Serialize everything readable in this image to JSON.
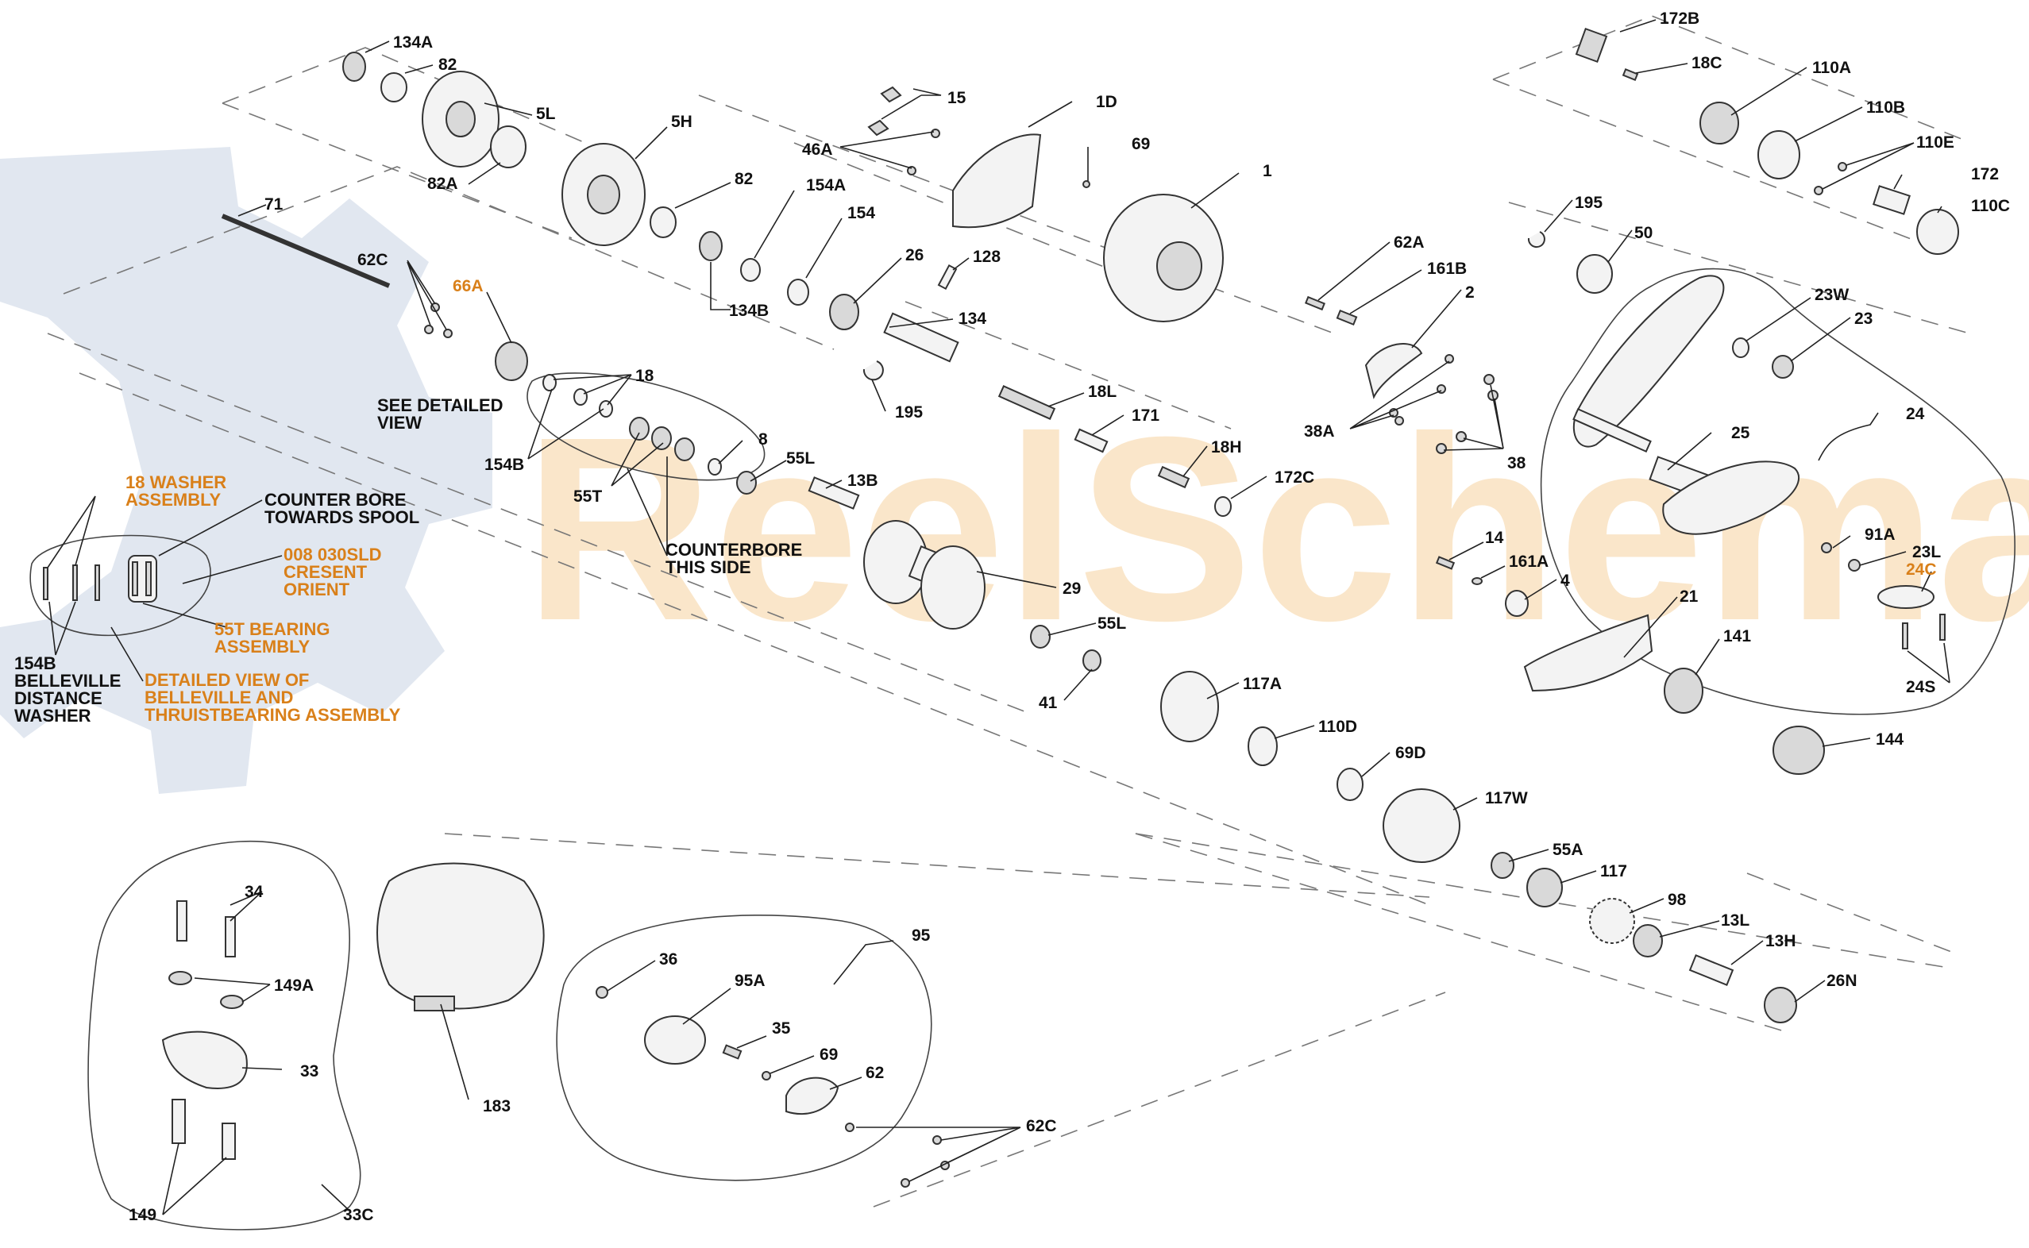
{
  "diagram": {
    "watermark": "ReelSchema",
    "colors": {
      "watermark_gear": "#c9d3e3",
      "watermark_text": "#f6d3a0"
    },
    "labels": {
      "p134A": "134A",
      "p82a": "82",
      "p5L": "5L",
      "p82A": "82A",
      "p5H": "5H",
      "p82b": "82",
      "p154A": "154A",
      "p154": "154",
      "p134B": "134B",
      "p71": "71",
      "p62C_top": "62C",
      "p66A": "66A",
      "p18": "18",
      "p154B": "154B",
      "p55T": "55T",
      "p8": "8",
      "p55L_a": "55L",
      "p13B": "13B",
      "p15": "15",
      "p46A": "46A",
      "p1D": "1D",
      "p69_top": "69",
      "p1": "1",
      "p26": "26",
      "p128": "128",
      "p134": "134",
      "p195_a": "195",
      "p18L": "18L",
      "p171": "171",
      "p18H": "18H",
      "p172C": "172C",
      "p29": "29",
      "p55L_b": "55L",
      "p41": "41",
      "p117A": "117A",
      "p110D": "110D",
      "p69D": "69D",
      "p117W": "117W",
      "p55A": "55A",
      "p117": "117",
      "p98": "98",
      "p13L": "13L",
      "p13H": "13H",
      "p26N": "26N",
      "p62A": "62A",
      "p161B": "161B",
      "p2": "2",
      "p38A": "38A",
      "p38": "38",
      "p14": "14",
      "p161A": "161A",
      "p4": "4",
      "p21": "21",
      "p141": "141",
      "p144": "144",
      "p195_b": "195",
      "p50": "50",
      "p172B": "172B",
      "p18C": "18C",
      "p110A": "110A",
      "p110B": "110B",
      "p110E": "110E",
      "p172": "172",
      "p110C": "110C",
      "p23W": "23W",
      "p23": "23",
      "p24": "24",
      "p25": "25",
      "p91A": "91A",
      "p23L": "23L",
      "p24C": "24C",
      "p24S": "24S",
      "p34": "34",
      "p149A": "149A",
      "p33": "33",
      "p149": "149",
      "p33C": "33C",
      "p183": "183",
      "p36": "36",
      "p95A": "95A",
      "p95": "95",
      "p35": "35",
      "p69_bot": "69",
      "p62": "62",
      "p62C_bot": "62C"
    },
    "notes": {
      "see_detailed": [
        "SEE DETAILED",
        "VIEW"
      ],
      "washer_assy": [
        "18 WASHER",
        "ASSEMBLY"
      ],
      "counter_bore": [
        "COUNTER BORE",
        "TOWARDS SPOOL"
      ],
      "cresent": [
        "008 030SLD",
        "CRESENT",
        "ORIENT"
      ],
      "bearing_assy": [
        "55T BEARING",
        "ASSEMBLY"
      ],
      "belleville": [
        "154B",
        "BELLEVILLE",
        "DISTANCE",
        "WASHER"
      ],
      "detailed_view": [
        "DETAILED VIEW OF",
        "BELLEVILLE AND",
        "THRUISTBEARING ASSEMBLY"
      ],
      "counterbore_side": [
        "COUNTERBORE",
        "THIS SIDE"
      ]
    }
  }
}
